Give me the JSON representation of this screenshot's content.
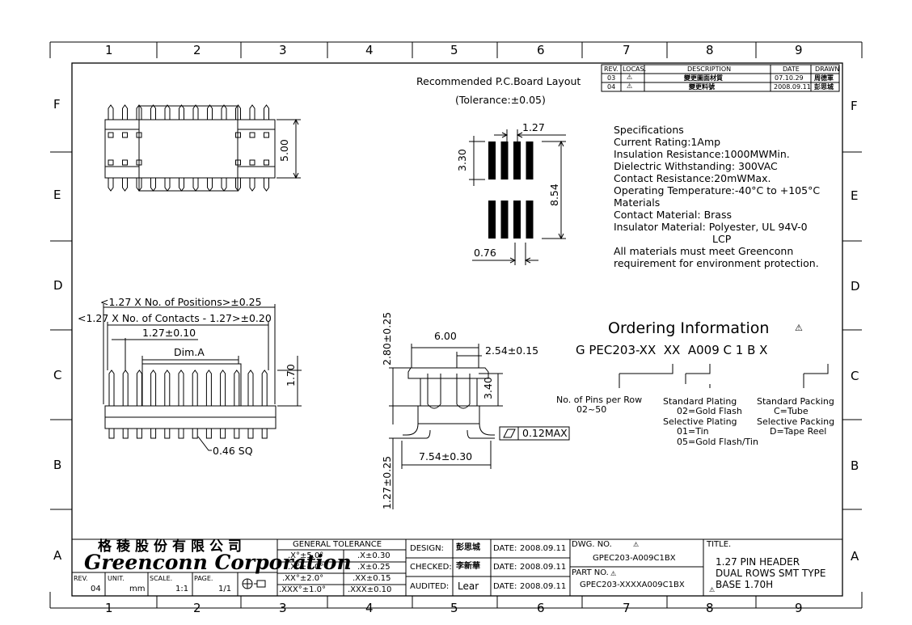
{
  "zones": {
    "columns": [
      "1",
      "2",
      "3",
      "4",
      "5",
      "6",
      "7",
      "8",
      "9"
    ],
    "rows": [
      "F",
      "E",
      "D",
      "C",
      "B",
      "A"
    ]
  },
  "pcb_layout": {
    "title": "Recommended P.C.Board Layout",
    "tolerance": "(Tolerance:±0.05)",
    "dim_pitch": "1.27",
    "dim_pad_length": "3.30",
    "dim_span": "8.54",
    "dim_pad_width": "0.76"
  },
  "top_view": {
    "dim_height": "5.00"
  },
  "front_view": {
    "dim_positions": "<1.27 X No. of Positions>±0.25",
    "dim_contacts": "<1.27 X No. of Contacts - 1.27>±0.20",
    "dim_pitch": "1.27±0.10",
    "dim_a": "Dim.A",
    "dim_height": "1.70",
    "dim_pin_sq": "0.46 SQ"
  },
  "side_view": {
    "dim_top": "2.80±0.25",
    "dim_width": "6.00",
    "dim_pitch": "2.54±0.15",
    "dim_height": "3.40",
    "flatness": "0.12MAX",
    "dim_span": "7.54±0.30",
    "dim_bottom": "1.27±0.25"
  },
  "specifications": {
    "lines": [
      "Specifications",
      "Current Rating:1Amp",
      "Insulation Resistance:1000MWMin.",
      "Dielectric Withstanding:  300VAC",
      "Contact Resistance:20mWMax.",
      "Operating Temperature:-40°C to +105°C",
      "Materials",
      "Contact Material:  Brass",
      "Insulator Material: Polyester, UL 94V-0",
      "LCP",
      "All materials must meet Greenconn",
      "requirement for environment protection."
    ]
  },
  "ordering": {
    "title": "Ordering Information",
    "code": "G PEC203-XX  XX  A009 C 1 B X",
    "pins_label": "No. of Pins per Row",
    "pins_value": "02~50",
    "plating": [
      "Standard Plating",
      "02=Gold Flash",
      "Selective Plating",
      "01=Tin",
      "05=Gold Flash/Tin"
    ],
    "packing": [
      "Standard Packing",
      "C=Tube",
      "Selective Packing",
      "D=Tape Reel"
    ]
  },
  "revision_table": {
    "headers": [
      "REV.",
      "LOCAS.",
      "DESCRIPTION",
      "DATE",
      "DRAWN"
    ],
    "rows": [
      {
        "rev": "03",
        "desc": "變更圖面材質",
        "date": "07.10.29",
        "drawn": "周德軍"
      },
      {
        "rev": "04",
        "desc": "變更料號",
        "date": "2008.09.11",
        "drawn": "彭思城"
      }
    ]
  },
  "title_block": {
    "company_cn": "格稜股份有限公司",
    "company_en": "Greenconn Corporation",
    "rev_label": "REV.",
    "rev": "04",
    "unit_label": "UNIT.",
    "unit": "mm",
    "scale_label": "SCALE.",
    "scale": "1:1",
    "page_label": "PAGE.",
    "page": "1/1",
    "tolerance_title": "GENERAL TOLERANCE",
    "tolerances": [
      [
        ".X°±5.0°",
        ".X±0.30"
      ],
      [
        ".X°±3.0°",
        ".X±0.25"
      ],
      [
        ".XX°±2.0°",
        ".XX±0.15"
      ],
      [
        ".XXX°±1.0°",
        ".XXX±0.10"
      ]
    ],
    "design_label": "DESIGN:",
    "design": "彭思城",
    "checked_label": "CHECKED:",
    "checked": "李新華",
    "audited_label": "AUDITED:",
    "audited": "Lear",
    "date_label": "DATE:",
    "date": "2008.09.11",
    "dwg_label": "DWG. NO.",
    "dwg": "GPEC203-A009C1BX",
    "part_label": "PART NO.",
    "part": "GPEC203-XXXXA009C1BX",
    "title_label": "TITLE.",
    "title_lines": [
      "1.27 PIN HEADER",
      "DUAL ROWS SMT TYPE",
      "BASE 1.70H"
    ]
  }
}
